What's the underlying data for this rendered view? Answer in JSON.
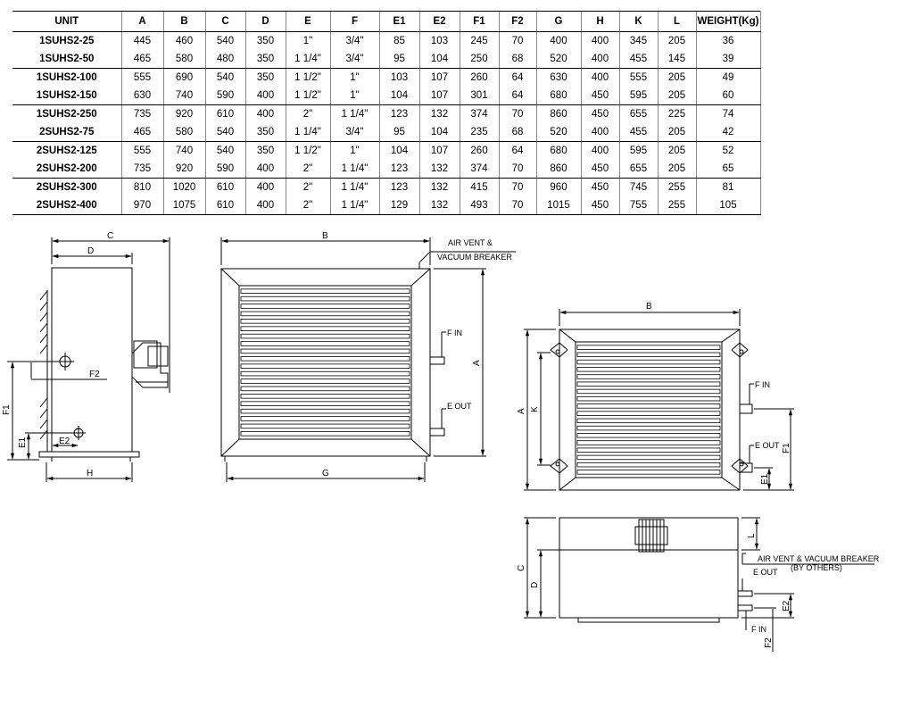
{
  "table": {
    "headers": [
      "UNIT",
      "A",
      "B",
      "C",
      "D",
      "E",
      "F",
      "E1",
      "E2",
      "F1",
      "F2",
      "G",
      "H",
      "K",
      "L",
      "WEIGHT(Kg)"
    ],
    "rows": [
      [
        "1SUHS2-25",
        "445",
        "460",
        "540",
        "350",
        "1\"",
        "3/4\"",
        "85",
        "103",
        "245",
        "70",
        "400",
        "400",
        "345",
        "205",
        "36"
      ],
      [
        "1SUHS2-50",
        "465",
        "580",
        "480",
        "350",
        "1 1/4\"",
        "3/4\"",
        "95",
        "104",
        "250",
        "68",
        "520",
        "400",
        "455",
        "145",
        "39"
      ],
      [
        "1SUHS2-100",
        "555",
        "690",
        "540",
        "350",
        "1 1/2\"",
        "1\"",
        "103",
        "107",
        "260",
        "64",
        "630",
        "400",
        "555",
        "205",
        "49"
      ],
      [
        "1SUHS2-150",
        "630",
        "740",
        "590",
        "400",
        "1 1/2\"",
        "1\"",
        "104",
        "107",
        "301",
        "64",
        "680",
        "450",
        "595",
        "205",
        "60"
      ],
      [
        "1SUHS2-250",
        "735",
        "920",
        "610",
        "400",
        "2\"",
        "1 1/4\"",
        "123",
        "132",
        "374",
        "70",
        "860",
        "450",
        "655",
        "225",
        "74"
      ],
      [
        "2SUHS2-75",
        "465",
        "580",
        "540",
        "350",
        "1 1/4\"",
        "3/4\"",
        "95",
        "104",
        "235",
        "68",
        "520",
        "400",
        "455",
        "205",
        "42"
      ],
      [
        "2SUHS2-125",
        "555",
        "740",
        "540",
        "350",
        "1 1/2\"",
        "1\"",
        "104",
        "107",
        "260",
        "64",
        "680",
        "400",
        "595",
        "205",
        "52"
      ],
      [
        "2SUHS2-200",
        "735",
        "920",
        "590",
        "400",
        "2\"",
        "1 1/4\"",
        "123",
        "132",
        "374",
        "70",
        "860",
        "450",
        "655",
        "205",
        "65"
      ],
      [
        "2SUHS2-300",
        "810",
        "1020",
        "610",
        "400",
        "2\"",
        "1 1/4\"",
        "123",
        "132",
        "415",
        "70",
        "960",
        "450",
        "745",
        "255",
        "81"
      ],
      [
        "2SUHS2-400",
        "970",
        "1075",
        "610",
        "400",
        "2\"",
        "1 1/4\"",
        "129",
        "132",
        "493",
        "70",
        "1015",
        "450",
        "755",
        "255",
        "105"
      ]
    ]
  },
  "side_view": {
    "dim_c": "C",
    "dim_d": "D",
    "dim_f2": "F2",
    "dim_f1": "F1",
    "dim_e1": "E1",
    "dim_e2": "E2",
    "dim_h": "H"
  },
  "front_view": {
    "dim_b": "B",
    "dim_a": "A",
    "dim_g": "G",
    "air_vent_line1": "AIR VENT &",
    "air_vent_line2": "VACUUM BREAKER",
    "f_in": "F IN",
    "e_out": "E OUT"
  },
  "right_front_view": {
    "dim_b": "B",
    "dim_a": "A",
    "dim_k": "K",
    "dim_f1": "F1",
    "dim_e1": "E1",
    "f_in": "F IN",
    "e_out": "E OUT"
  },
  "bottom_view": {
    "dim_c": "C",
    "dim_d": "D",
    "dim_l": "L",
    "dim_e2": "E2",
    "dim_f2": "F2",
    "air_vent": "AIR VENT & VACUUM BREAKER",
    "by_others": "(BY OTHERS)",
    "e_out": "E OUT",
    "f_in": "F IN"
  }
}
